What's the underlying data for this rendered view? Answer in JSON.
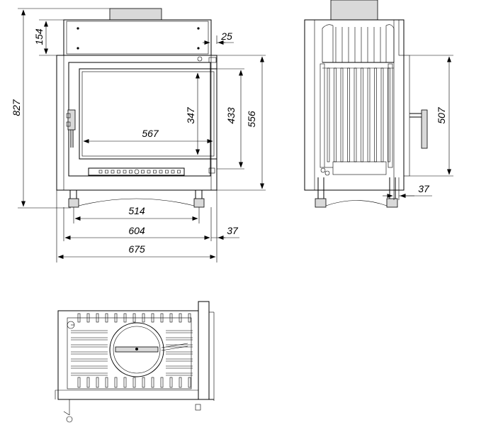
{
  "front_view": {
    "dim_827": "827",
    "dim_154": "154",
    "dim_25": "25",
    "dim_347": "347",
    "dim_433": "433",
    "dim_556": "556",
    "dim_567": "567",
    "dim_514": "514",
    "dim_604": "604",
    "dim_37": "37",
    "dim_675": "675"
  },
  "side_view": {
    "dim_507": "507",
    "dim_37": "37"
  }
}
